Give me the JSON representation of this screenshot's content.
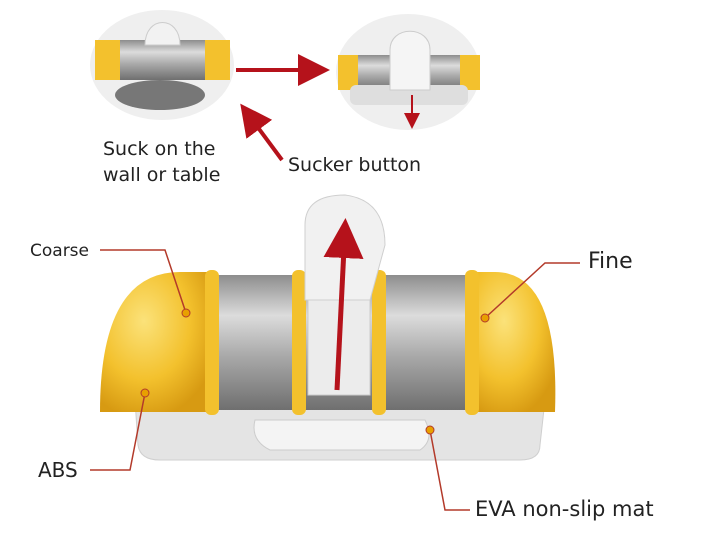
{
  "labels": {
    "suck_line1": "Suck on the",
    "suck_line2": "wall or table",
    "sucker_button": "Sucker button",
    "coarse": "Coarse",
    "fine": "Fine",
    "abs": "ABS",
    "eva": "EVA non-slip mat"
  },
  "colors": {
    "yellow": "#f3c12d",
    "steel": "#b8b8b8",
    "base": "#e4e4e4",
    "arrow": "#b5121b",
    "leader": "#b33a2a"
  }
}
